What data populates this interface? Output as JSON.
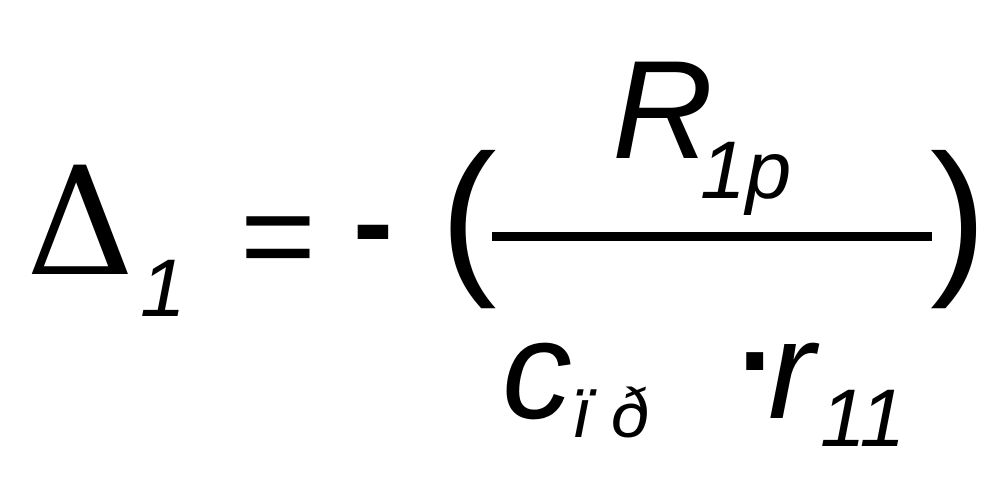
{
  "formula": {
    "lhs_symbol": "Δ",
    "lhs_subscript": "1",
    "equals": "=",
    "minus": "-",
    "open_paren": "(",
    "close_paren": ")",
    "numerator_symbol": "R",
    "numerator_subscript": "1p",
    "denominator_symbol_1": "c",
    "denominator_subscript_1": "ï ð",
    "multiply_dot": "·",
    "denominator_symbol_2": "r",
    "denominator_subscript_2": "11"
  }
}
